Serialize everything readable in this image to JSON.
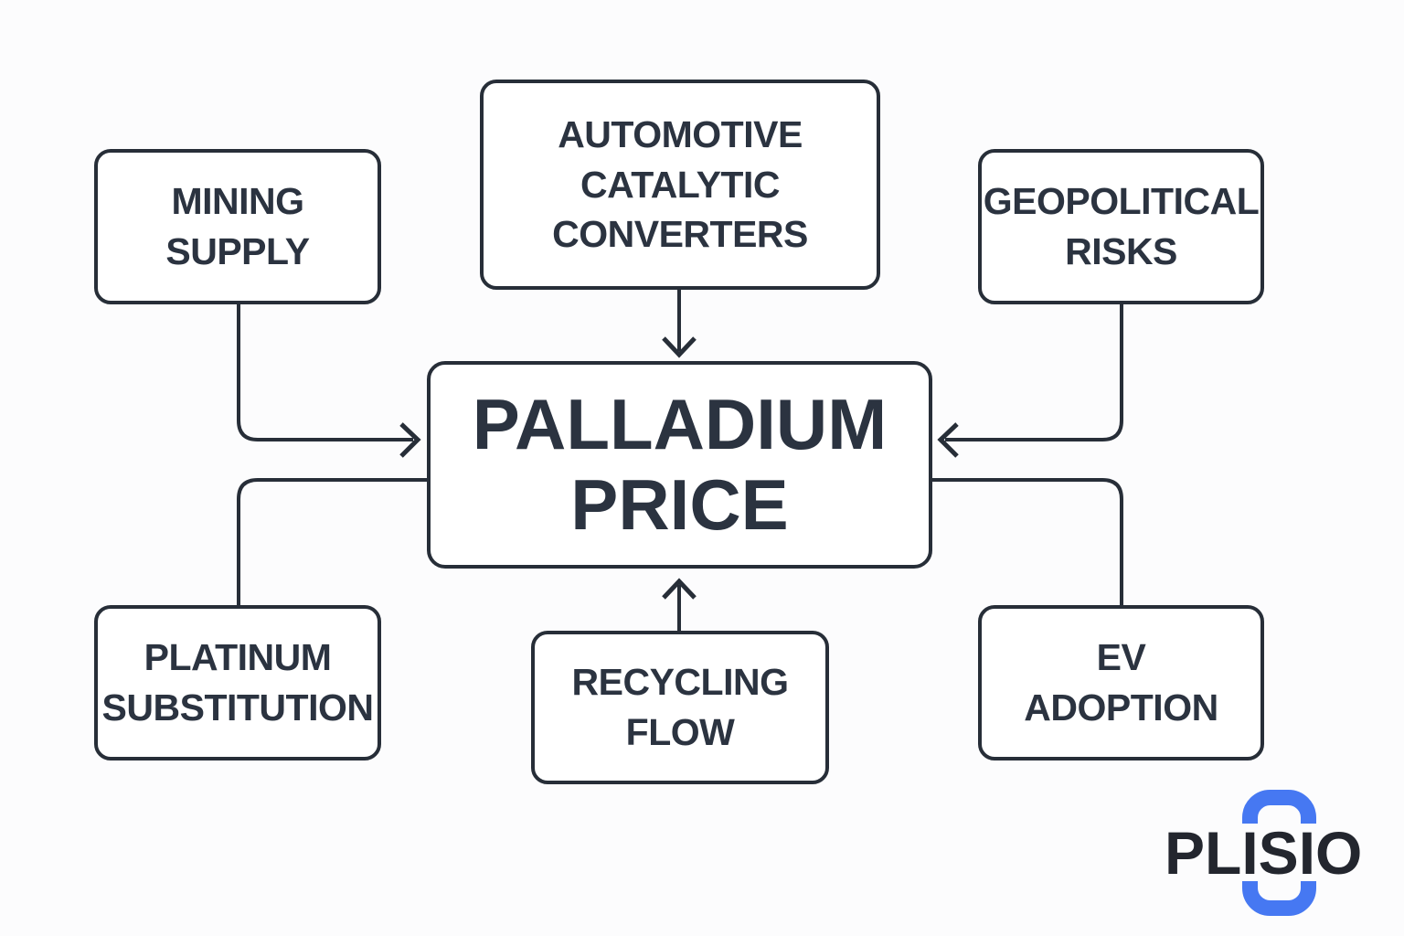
{
  "colors": {
    "line": "#272e38",
    "text": "#2b3340",
    "logo_blue": "#4678f2",
    "logo_text": "#23262e",
    "background": "#fcfcfd"
  },
  "diagram": {
    "center": {
      "label": "PALLADIUM PRICE",
      "lines": [
        "PALLADIUM",
        "PRICE"
      ]
    },
    "nodes": {
      "mining": {
        "label": "MINING SUPPLY",
        "lines": [
          "MINING",
          "SUPPLY"
        ]
      },
      "automotive": {
        "label": "AUTOMOTIVE CATALYTIC CONVERTERS",
        "lines": [
          "AUTOMOTIVE",
          "CATALYTIC",
          "CONVERTERS"
        ]
      },
      "geopolitical": {
        "label": "GEOPOLITICAL RISKS",
        "lines": [
          "GEOPOLITICAL",
          "RISKS"
        ]
      },
      "platinum": {
        "label": "PLATINUM SUBSTITUTION",
        "lines": [
          "PLATINUM",
          "SUBSTITUTION"
        ]
      },
      "recycling": {
        "label": "RECYCLING FLOW",
        "lines": [
          "RECYCLING",
          "FLOW"
        ]
      },
      "ev": {
        "label": "EV ADOPTION",
        "lines": [
          "EV",
          "ADOPTION"
        ]
      }
    }
  },
  "logo": {
    "text": "PLISIO"
  }
}
